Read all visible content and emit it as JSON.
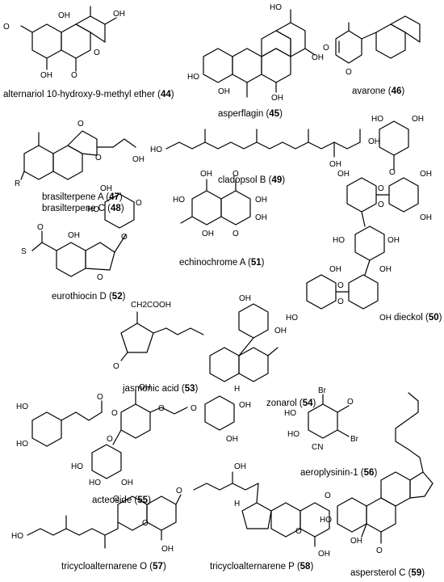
{
  "compounds": [
    {
      "name": "alternariol 10-hydroxy-9-methyl ether",
      "number": "44"
    },
    {
      "name": "asperflagin",
      "number": "45"
    },
    {
      "name": "avarone",
      "number": "46"
    },
    {
      "name": "brasilterpene A",
      "number": "47"
    },
    {
      "name": "brasilterpene C",
      "number": "48"
    },
    {
      "name": "cladopsol B",
      "number": "49"
    },
    {
      "name": "dieckol",
      "number": "50"
    },
    {
      "name": "echinochrome A",
      "number": "51"
    },
    {
      "name": "eurothiocin D",
      "number": "52"
    },
    {
      "name": "jasmonic acid",
      "number": "53"
    },
    {
      "name": "zonarol",
      "number": "54"
    },
    {
      "name": "acteoside",
      "number": "55"
    },
    {
      "name": "aeroplysinin-1",
      "number": "56"
    },
    {
      "name": "tricycloalternarene O",
      "number": "57"
    },
    {
      "name": "tricycloalternarene P",
      "number": "58"
    },
    {
      "name": "aspersterol C",
      "number": "59"
    }
  ],
  "atoms": {
    "oh": "OH",
    "o": "O",
    "s": "S",
    "r": "R",
    "cn": "CN",
    "br": "Br",
    "ho": "HO",
    "ch2cooh": "CH2COOH",
    "h": "H"
  }
}
